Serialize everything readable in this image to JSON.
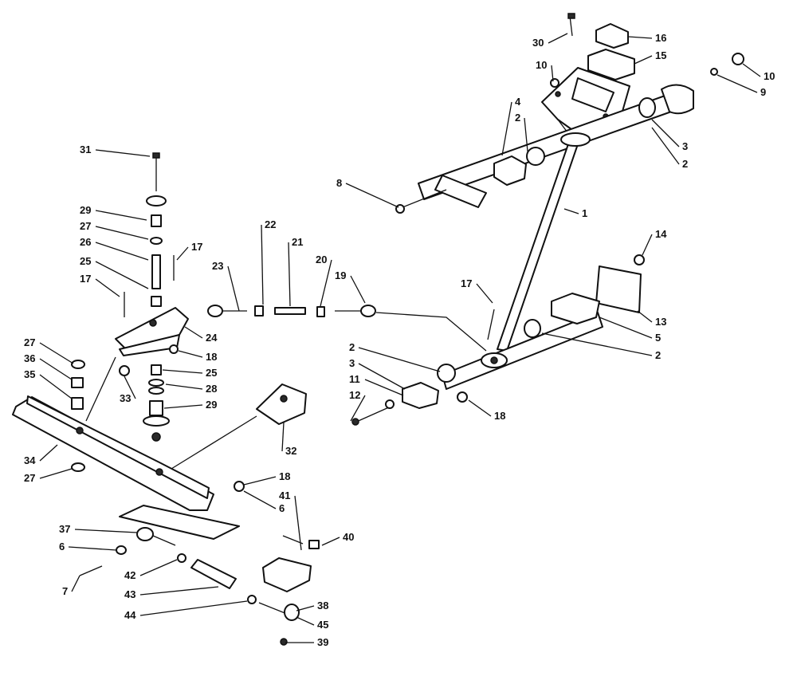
{
  "diagram": {
    "type": "exploded-parts-diagram",
    "line_color": "#111111",
    "background": "#ffffff",
    "callouts": [
      "30",
      "16",
      "15",
      "10",
      "10",
      "9",
      "4",
      "2",
      "3",
      "2",
      "8",
      "1",
      "14",
      "17",
      "13",
      "5",
      "2",
      "2",
      "3",
      "11",
      "12",
      "18",
      "31",
      "29",
      "27",
      "26",
      "25",
      "17",
      "17",
      "23",
      "22",
      "21",
      "20",
      "19",
      "24",
      "18",
      "25",
      "28",
      "29",
      "33",
      "27",
      "36",
      "35",
      "34",
      "27",
      "32",
      "18",
      "6",
      "41",
      "40",
      "37",
      "6",
      "7",
      "42",
      "43",
      "44",
      "38",
      "45",
      "39"
    ]
  }
}
